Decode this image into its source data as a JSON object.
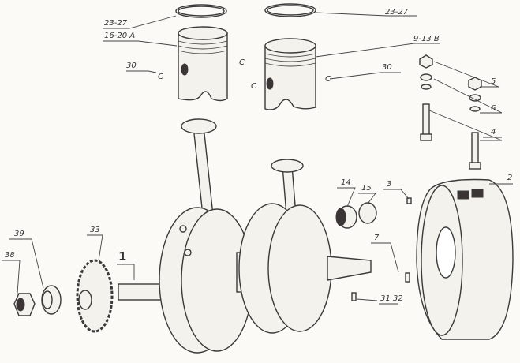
{
  "title": "Crankshaft and pistons exploded view",
  "labels": {
    "ring_left": "23-27",
    "piston_a": "16-20 A",
    "clip_left": "30",
    "ring_right": "23-27",
    "piston_b": "9-13 B",
    "clip_right": "30",
    "nut": "5",
    "washer": "6",
    "stud": "4",
    "housing": "2",
    "bearing": "14",
    "lockwasher": "15",
    "pin": "3",
    "key": "7",
    "dowel": "31 32",
    "crankshaft": "1",
    "sprocket": "33",
    "seal": "39",
    "nut_end": "38"
  }
}
